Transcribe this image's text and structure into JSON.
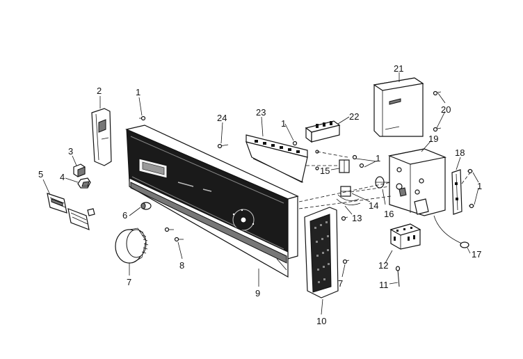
{
  "callouts": {
    "c1a": "1",
    "c1b": "1",
    "c1c": "1",
    "c1d": "1",
    "c2": "2",
    "c3": "3",
    "c4": "4",
    "c5": "5",
    "c6": "6",
    "c7a": "7",
    "c7b": "7",
    "c8": "8",
    "c9": "9",
    "c10": "10",
    "c11": "11",
    "c12": "12",
    "c13": "13",
    "c14": "14",
    "c15": "15",
    "c16": "16",
    "c17": "17",
    "c18": "18",
    "c19": "19",
    "c20": "20",
    "c21": "21",
    "c22": "22",
    "c23": "23",
    "c24": "24"
  }
}
